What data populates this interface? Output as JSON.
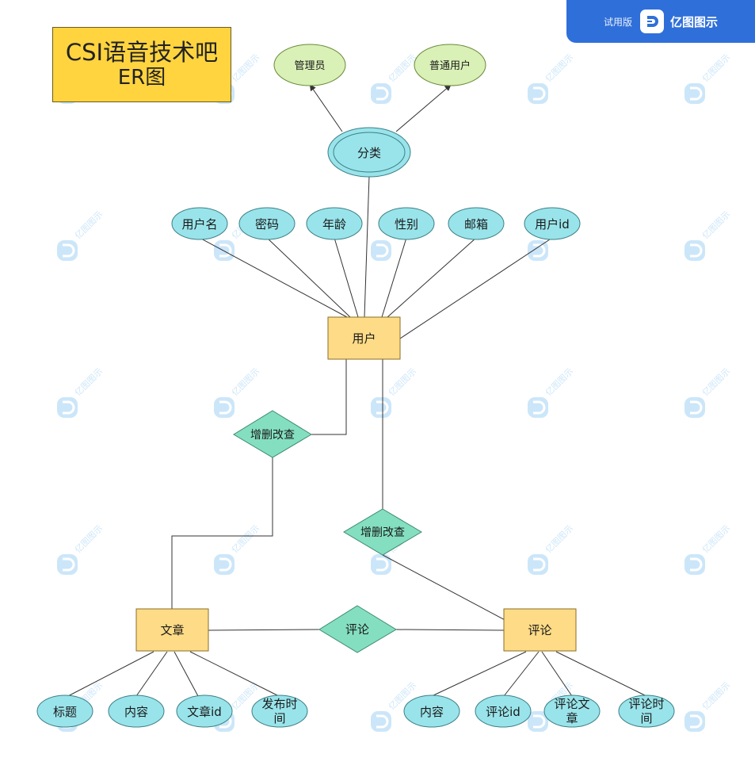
{
  "badge": {
    "trial": "试用版",
    "brand": "亿图图示",
    "logo_icon": "edraw-logo-icon"
  },
  "watermark_text": "亿图图示",
  "title": {
    "line1": "CSI语音技术吧",
    "line2": "ER图"
  },
  "colors": {
    "entity_fill": "#fedb86",
    "entity_stroke": "#8a6d2a",
    "attribute_fill": "#99e4ea",
    "attribute_stroke": "#3b7f86",
    "relationship_fill": "#84dfc0",
    "relationship_stroke": "#3e8a6e",
    "category_fill": "#d9f0b6",
    "category_stroke": "#6a8a3a",
    "title_fill": "#ffd43f",
    "badge_fill": "#2f6fd9",
    "line": "#333333"
  },
  "diagram": {
    "category_values": [
      "管理员",
      "普通用户"
    ],
    "category_node": "分类",
    "entities": [
      "用户",
      "文章",
      "评论"
    ],
    "user_attributes": [
      "用户名",
      "密码",
      "年龄",
      "性别",
      "邮箱",
      "用户id"
    ],
    "relationships": [
      "增删改查",
      "增删改查",
      "评论"
    ],
    "article_attributes": [
      "标题",
      "内容",
      "文章id",
      "发布时间"
    ],
    "comment_attributes": [
      "内容",
      "评论id",
      "评论文章",
      "评论时间"
    ]
  }
}
